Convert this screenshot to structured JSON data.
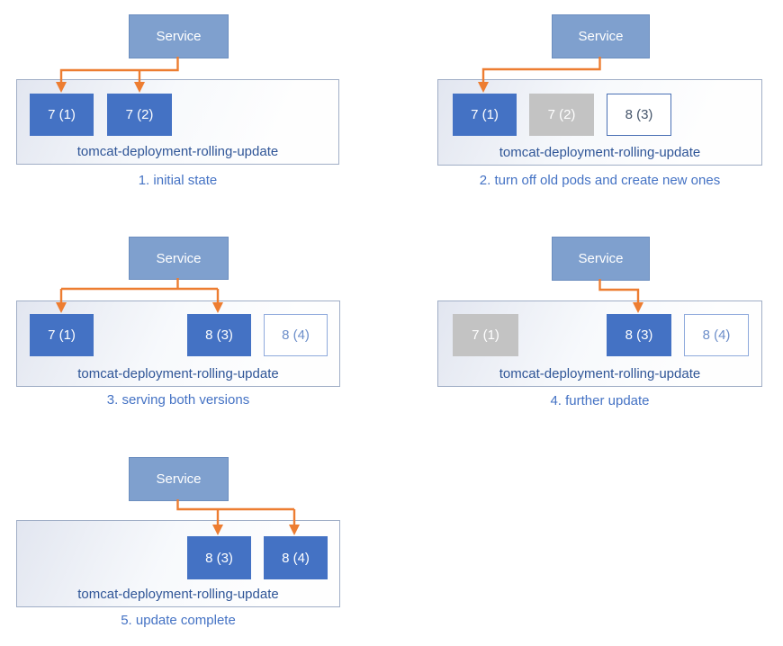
{
  "service_label": "Service",
  "deployment_label": "tomcat-deployment-rolling-update",
  "colors": {
    "arrow": "#ED7D31",
    "service_fill": "#7FA0CE",
    "service_border": "#6C8EBF",
    "service_text": "#FFFFFF",
    "pod_active": "#4472C4",
    "pod_active_text": "#FFFFFF",
    "pod_old": "#C3C3C3",
    "pod_old_text": "#FFFFFF",
    "pod_new_bg": "#FFFFFF",
    "pod_new_border": "#8FAADC",
    "pod_new_text": "#6C8EC9",
    "pod_new_dark_border": "#4A70B5",
    "pod_new_dark_text": "#44546A",
    "deployment_border": "#A0AEC6",
    "deployment_bg_start": "#E2E6F0",
    "deployment_bg_end": "#FEFEFE",
    "deployment_label_text": "#2F5597",
    "caption_text": "#4472C4"
  },
  "panels": [
    {
      "caption": "1. initial state",
      "pods": [
        {
          "label": "7 (1)",
          "state": "active",
          "receives_traffic": true
        },
        {
          "label": "7 (2)",
          "state": "active",
          "receives_traffic": true
        }
      ]
    },
    {
      "caption": "2. turn off old pods and create new ones",
      "pods": [
        {
          "label": "7 (1)",
          "state": "active",
          "receives_traffic": true
        },
        {
          "label": "7 (2)",
          "state": "old",
          "receives_traffic": false
        },
        {
          "label": "8 (3)",
          "state": "new",
          "receives_traffic": false
        }
      ]
    },
    {
      "caption": "3. serving both versions",
      "pods": [
        {
          "label": "7 (1)",
          "state": "active",
          "receives_traffic": true
        },
        {
          "label": "8 (3)",
          "state": "active",
          "receives_traffic": true
        },
        {
          "label": "8 (4)",
          "state": "new",
          "receives_traffic": false
        }
      ]
    },
    {
      "caption": "4. further update",
      "pods": [
        {
          "label": "7 (1)",
          "state": "old",
          "receives_traffic": false
        },
        {
          "label": "8 (3)",
          "state": "active",
          "receives_traffic": true
        },
        {
          "label": "8 (4)",
          "state": "new",
          "receives_traffic": false
        }
      ]
    },
    {
      "caption": "5. update complete",
      "pods": [
        {
          "label": "8 (3)",
          "state": "active",
          "receives_traffic": true
        },
        {
          "label": "8 (4)",
          "state": "active",
          "receives_traffic": true
        }
      ]
    }
  ]
}
